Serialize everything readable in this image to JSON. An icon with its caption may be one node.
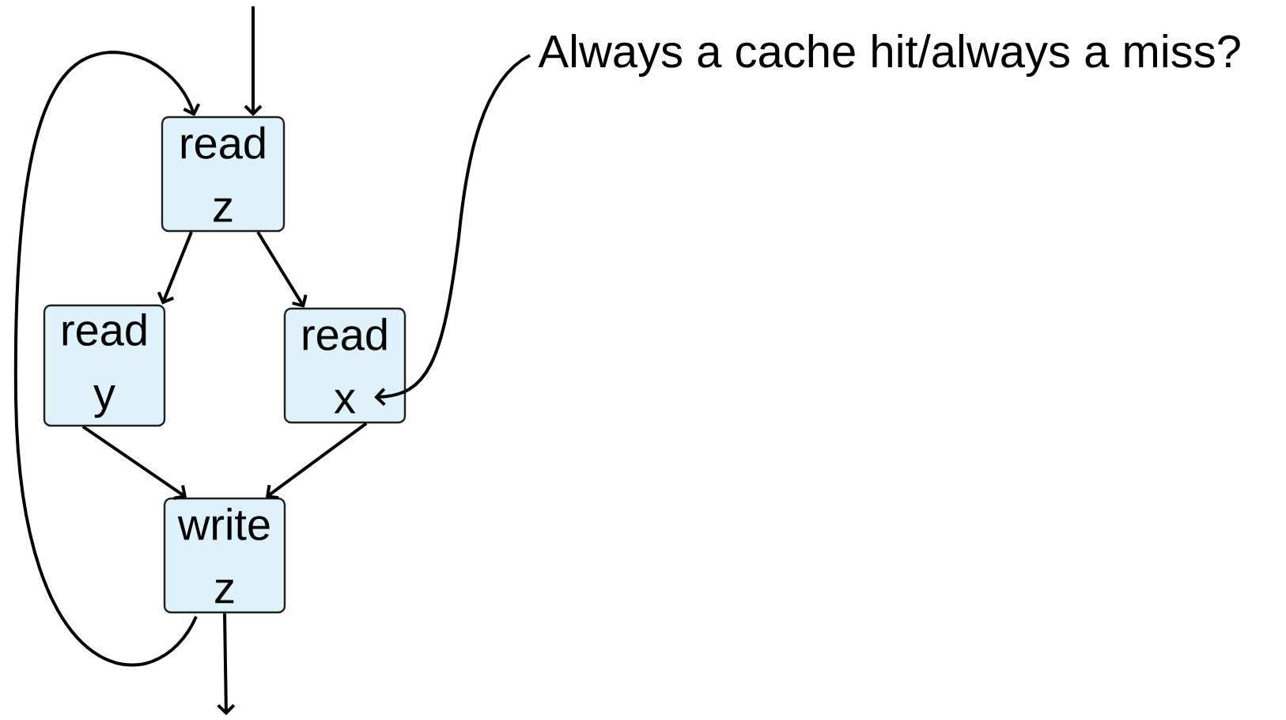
{
  "diagram": {
    "nodes": [
      {
        "text": [
          "read z"
        ]
      },
      {
        "text": [
          "read y"
        ]
      },
      {
        "text": [
          "read x"
        ]
      },
      {
        "text": [
          "write z"
        ]
      },
      {
        "text": [
          "Always a cache hit/always a miss?"
        ]
      }
    ],
    "edges": [
      {
        "from": null,
        "to": 0,
        "arrow": "to"
      },
      {
        "from": 0,
        "to": 1,
        "arrow": "to"
      },
      {
        "from": 0,
        "to": 2,
        "arrow": "to"
      },
      {
        "from": 1,
        "to": 3,
        "arrow": "to"
      },
      {
        "from": 2,
        "to": 3,
        "arrow": "to"
      },
      {
        "from": 3,
        "to": null,
        "arrow": "to"
      },
      {
        "from": 3,
        "to": 0,
        "arrow": "to"
      },
      {
        "from": 4,
        "to": 2,
        "arrow": "to"
      }
    ]
  }
}
